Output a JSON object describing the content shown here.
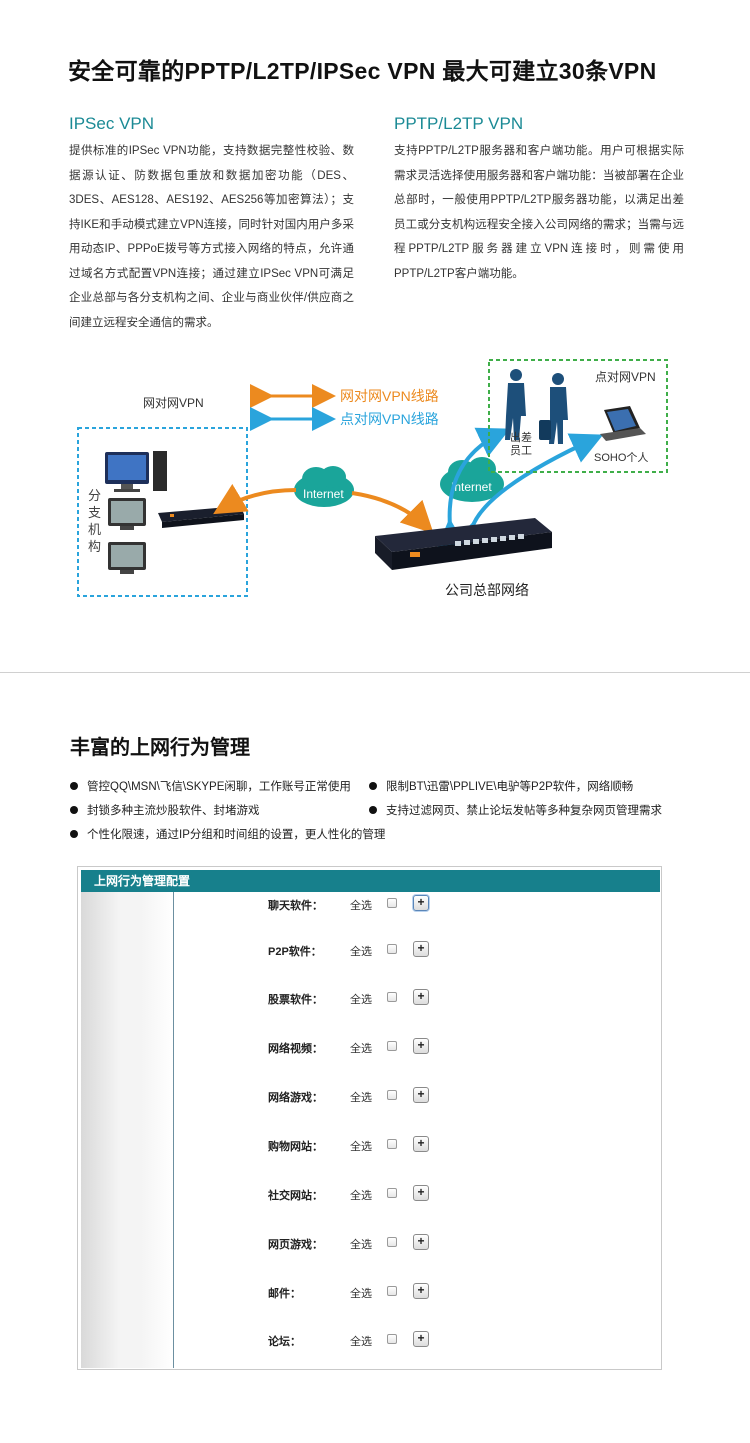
{
  "header": {
    "title": "安全可靠的PPTP/L2TP/IPSec VPN   最大可建立30条VPN"
  },
  "ipsec": {
    "title": "IPSec VPN",
    "text": "提供标准的IPSec VPN功能，支持数据完整性校验、数据源认证、防数据包重放和数据加密功能（DES、3DES、AES128、AES192、AES256等加密算法）；支持IKE和手动模式建立VPN连接，同时针对国内用户多采用动态IP、PPPoE拨号等方式接入网络的特点，允许通过域名方式配置VPN连接；通过建立IPSec VPN可满足企业总部与各分支机构之间、企业与商业伙伴/供应商之间建立远程安全通信的需求。"
  },
  "pptp": {
    "title": "PPTP/L2TP VPN",
    "text": "支持PPTP/L2TP服务器和客户端功能。用户可根据实际需求灵活选择使用服务器和客户端功能：当被部署在企业总部时，一般使用PPTP/L2TP服务器功能，以满足出差员工或分支机构远程安全接入公司网络的需求；当需与远程PPTP/L2TP服务器建立VPN连接时，则需使用PPTP/L2TP客户端功能。"
  },
  "diagram": {
    "label_net_to_net": "网对网VPN",
    "label_point_to_net": "点对网VPN",
    "legend_orange": "网对网VPN线路",
    "legend_blue": "点对网VPN线路",
    "branch_label": "分支机构",
    "internet_left": "Internet",
    "internet_right": "Internet",
    "traveler_label_1": "出差",
    "traveler_label_2": "员工",
    "soho_label": "SOHO个人",
    "hq_label": "公司总部网络",
    "colors": {
      "orange": "#ec8a1f",
      "blue": "#2aa4dc",
      "cloud": "#1aa59a",
      "branch_border": "#2aa4dc",
      "client_border": "#3fae49"
    }
  },
  "section2": {
    "title": "丰富的上网行为管理",
    "bullets": [
      "管控QQ\\MSN\\飞信\\SKYPE闲聊，工作账号正常使用",
      "限制BT\\迅雷\\PPLIVE\\电驴等P2P软件，网络顺畅",
      "封锁多种主流炒股软件、封堵游戏",
      "支持过滤网页、禁止论坛发帖等多种复杂网页管理需求",
      "个性化限速，通过IP分组和时间组的设置，更人性化的管理"
    ]
  },
  "panel": {
    "header": "上网行为管理配置",
    "select_all_label": "全选",
    "rows": [
      {
        "label": "聊天软件：",
        "plus": "+"
      },
      {
        "label": "P2P软件：",
        "plus": "+"
      },
      {
        "label": "股票软件：",
        "plus": "+"
      },
      {
        "label": "网络视频：",
        "plus": "+"
      },
      {
        "label": "网络游戏：",
        "plus": "+"
      },
      {
        "label": "购物网站：",
        "plus": "+"
      },
      {
        "label": "社交网站：",
        "plus": "+"
      },
      {
        "label": "网页游戏：",
        "plus": "+"
      },
      {
        "label": "邮件：",
        "plus": "+"
      },
      {
        "label": "论坛：",
        "plus": "+"
      }
    ]
  }
}
